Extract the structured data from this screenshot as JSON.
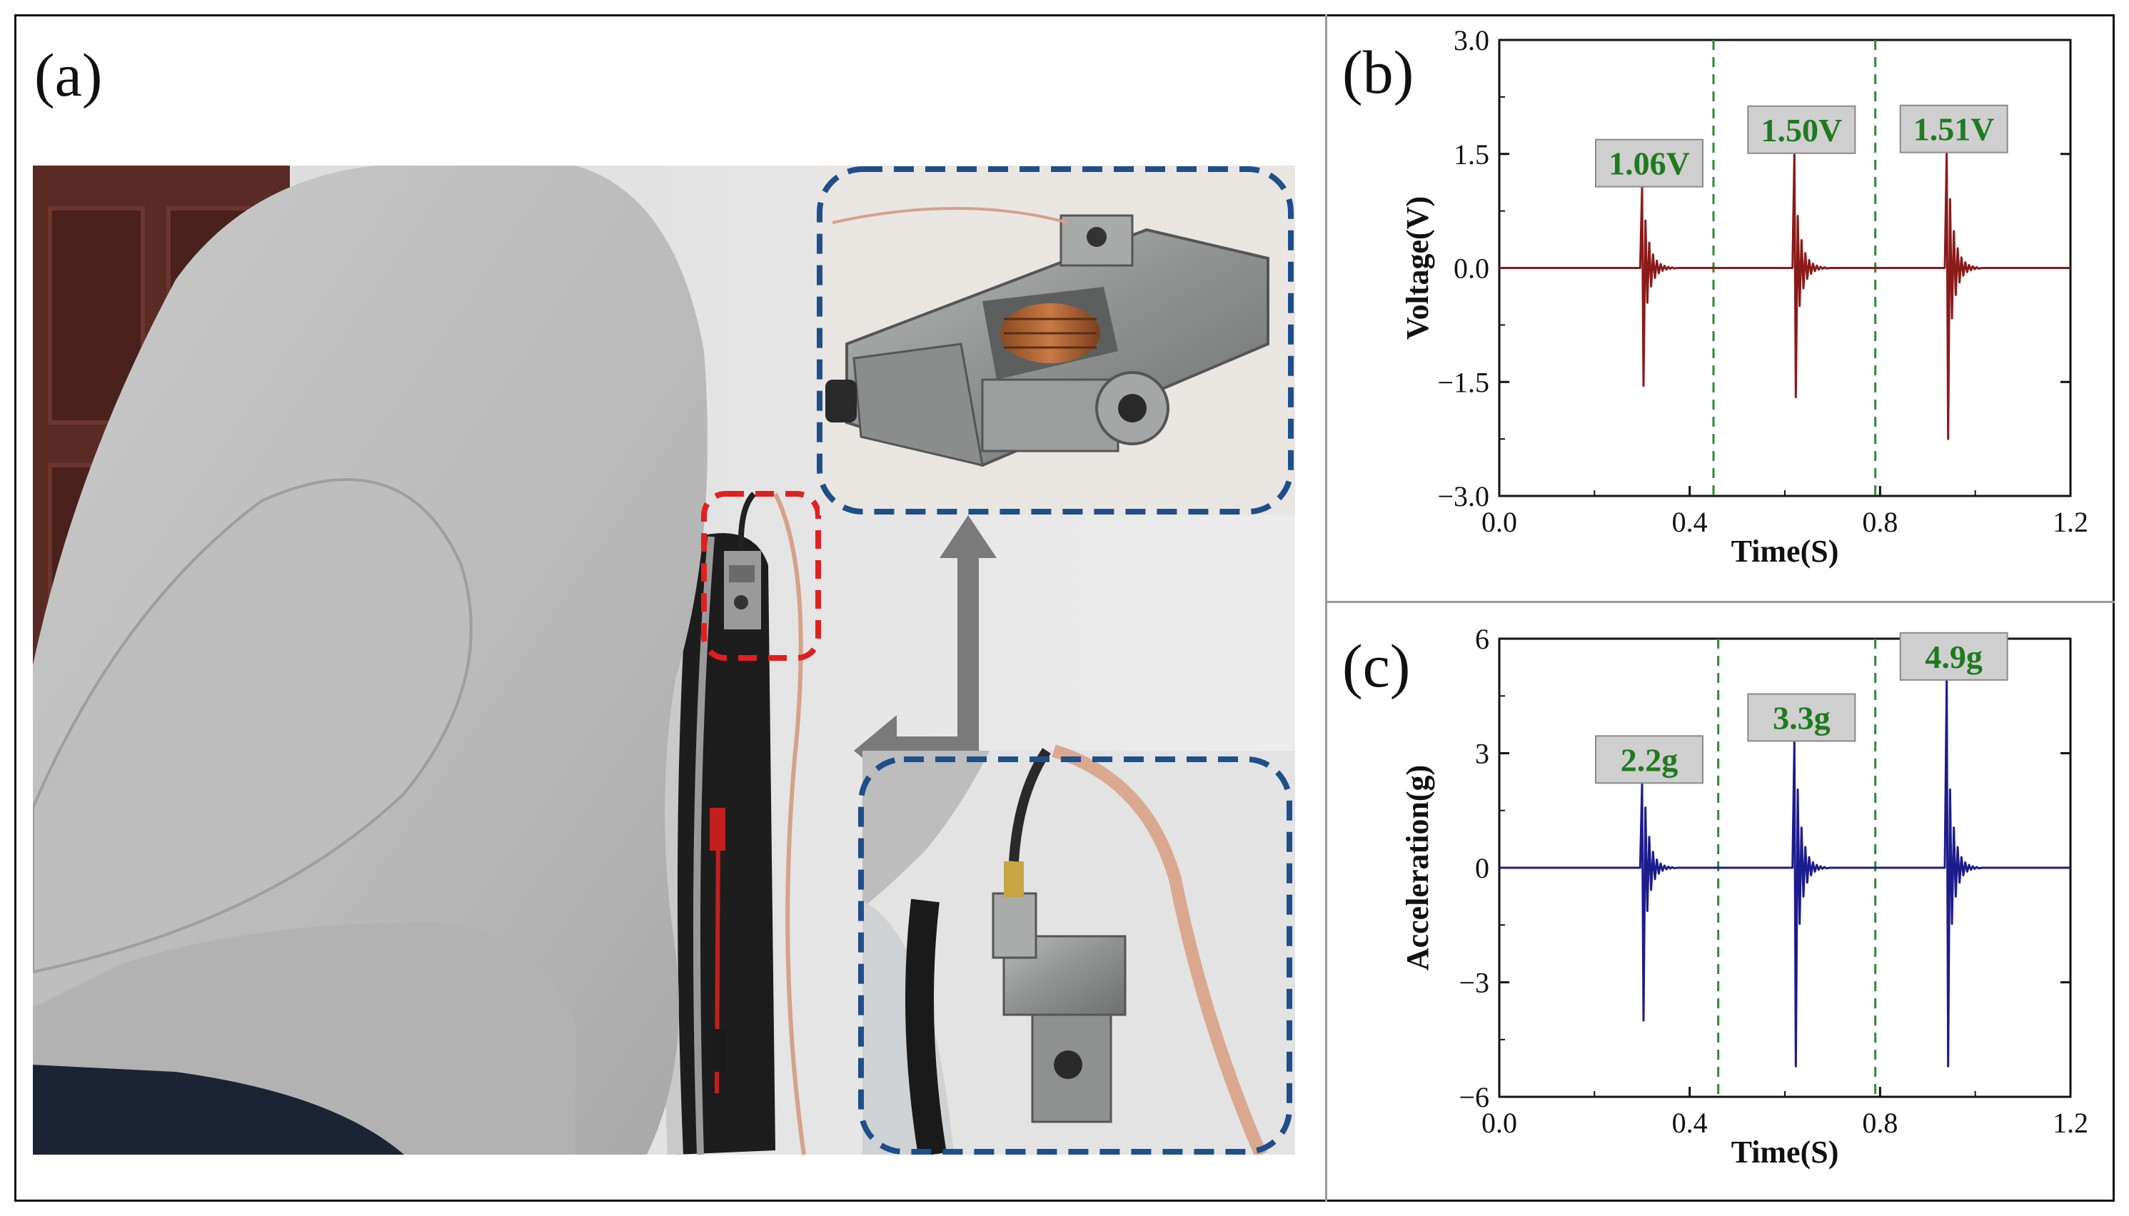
{
  "panels": {
    "a": "(a)",
    "b": "(b)",
    "c": "(c)"
  },
  "colors": {
    "voltage_trace": "#8b1a1a",
    "acceleration_trace": "#1c1c8c",
    "divider_lines": "#2e8b2e",
    "annotation_text": "#1f7a1f",
    "annotation_box": "#cfcfcf",
    "photo_callout_main": "#e02020",
    "photo_callout_inset": "#1e4f8a",
    "arrow": "#7a7a7a"
  },
  "chart_data": [
    {
      "type": "line",
      "panel": "b",
      "xlabel": "Time(S)",
      "ylabel": "Voltage(V)",
      "xlim": [
        0.0,
        1.2
      ],
      "ylim": [
        -3.0,
        3.0
      ],
      "xticks": [
        "0.0",
        "0.4",
        "0.8",
        "1.2"
      ],
      "yticks": [
        "3.0",
        "1.5",
        "0.0",
        "−1.5",
        "−3.0"
      ],
      "ytick_values": [
        3.0,
        1.5,
        0.0,
        -1.5,
        -3.0
      ],
      "xtick_values": [
        0.0,
        0.4,
        0.8,
        1.2
      ],
      "dashed_vlines": [
        0.45,
        0.79
      ],
      "impulses": [
        {
          "t": 0.3,
          "max": 1.06,
          "min": -1.55
        },
        {
          "t": 0.62,
          "max": 1.5,
          "min": -1.7
        },
        {
          "t": 0.94,
          "max": 1.51,
          "min": -2.25
        }
      ],
      "annotations": [
        {
          "text": "1.06V",
          "x": 0.3,
          "y": 1.06
        },
        {
          "text": "1.50V",
          "x": 0.62,
          "y": 1.5
        },
        {
          "text": "1.51V",
          "x": 0.94,
          "y": 1.51
        }
      ]
    },
    {
      "type": "line",
      "panel": "c",
      "xlabel": "Time(S)",
      "ylabel": "Acceleration(g)",
      "xlim": [
        0.0,
        1.2
      ],
      "ylim": [
        -6,
        6
      ],
      "xticks": [
        "0.0",
        "0.4",
        "0.8",
        "1.2"
      ],
      "yticks": [
        "6",
        "3",
        "0",
        "−3",
        "−6"
      ],
      "ytick_values": [
        6,
        3,
        0,
        -3,
        -6
      ],
      "xtick_values": [
        0.0,
        0.4,
        0.8,
        1.2
      ],
      "dashed_vlines": [
        0.46,
        0.79
      ],
      "impulses": [
        {
          "t": 0.3,
          "max": 2.2,
          "min": -4.0
        },
        {
          "t": 0.62,
          "max": 3.3,
          "min": -5.2
        },
        {
          "t": 0.94,
          "max": 4.9,
          "min": -5.2
        }
      ],
      "annotations": [
        {
          "text": "2.2g",
          "x": 0.3,
          "y": 2.2
        },
        {
          "text": "3.3g",
          "x": 0.62,
          "y": 3.3
        },
        {
          "text": "4.9g",
          "x": 0.94,
          "y": 4.9
        }
      ]
    }
  ]
}
